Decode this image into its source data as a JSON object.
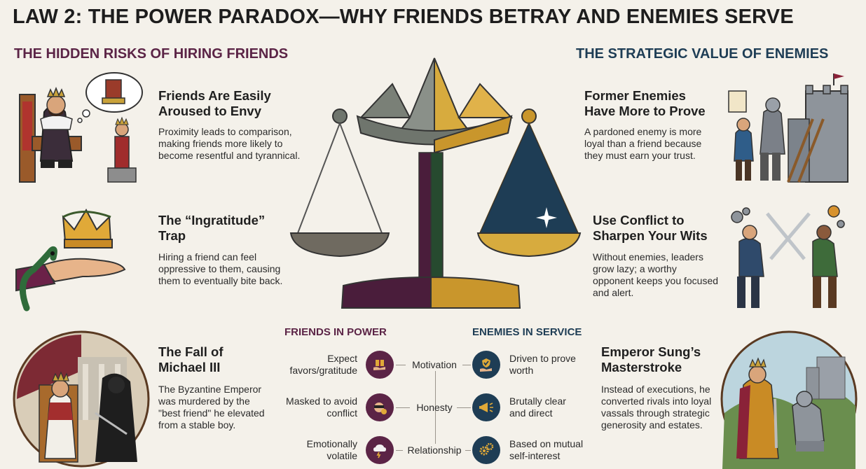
{
  "title": "LAW 2: THE POWER PARADOX—WHY FRIENDS BETRAY AND ENEMIES SERVE",
  "left_section": {
    "heading": "THE HIDDEN RISKS OF HIRING FRIENDS",
    "items": [
      {
        "title": "Friends Are Easily Aroused to Envy",
        "body": "Proximity leads to comparison, making friends more likely to become resentful and tyrannical."
      },
      {
        "title": "The “Ingratitude” Trap",
        "body": "Hiring a friend can feel oppressive to them, causing them to eventually bite back."
      },
      {
        "title": "The Fall of Michael III",
        "body": "The Byzantine Emperor was murdered by the \"best friend\" he elevated from a stable boy."
      }
    ]
  },
  "right_section": {
    "heading": "THE STRATEGIC VALUE OF ENEMIES",
    "items": [
      {
        "title": "Former Enemies Have More to Prove",
        "body": "A pardoned enemy is more loyal than a friend because they must earn your trust."
      },
      {
        "title": "Use Conflict to Sharpen Your Wits",
        "body": "Without enemies, leaders grow lazy; a worthy opponent keeps you focused and alert."
      },
      {
        "title": "Emperor Sung’s Masterstroke",
        "body": "Instead of executions, he converted rivals into loyal vassals through strategic generosity and estates."
      }
    ]
  },
  "comparison": {
    "friends_heading": "FRIENDS IN POWER",
    "enemies_heading": "ENEMIES IN SERVICE",
    "rows": [
      {
        "criterion": "Motivation",
        "friends": "Expect favors/gratitude",
        "enemies": "Driven to prove worth",
        "friends_icon": "gift-hand-icon",
        "enemies_icon": "shield-hand-icon"
      },
      {
        "criterion": "Honesty",
        "friends": "Masked to avoid conflict",
        "enemies": "Brutally clear and direct",
        "friends_icon": "masked-face-icon",
        "enemies_icon": "megaphone-icon"
      },
      {
        "criterion": "Relationship",
        "friends": "Emotionally volatile",
        "enemies": "Based on mutual self-interest",
        "friends_icon": "storm-cloud-icon",
        "enemies_icon": "gears-icon"
      }
    ]
  },
  "colors": {
    "friend": "#5b2446",
    "enemy": "#1e3d55",
    "gold": "#c9a23a",
    "background": "#f4f1ea"
  }
}
